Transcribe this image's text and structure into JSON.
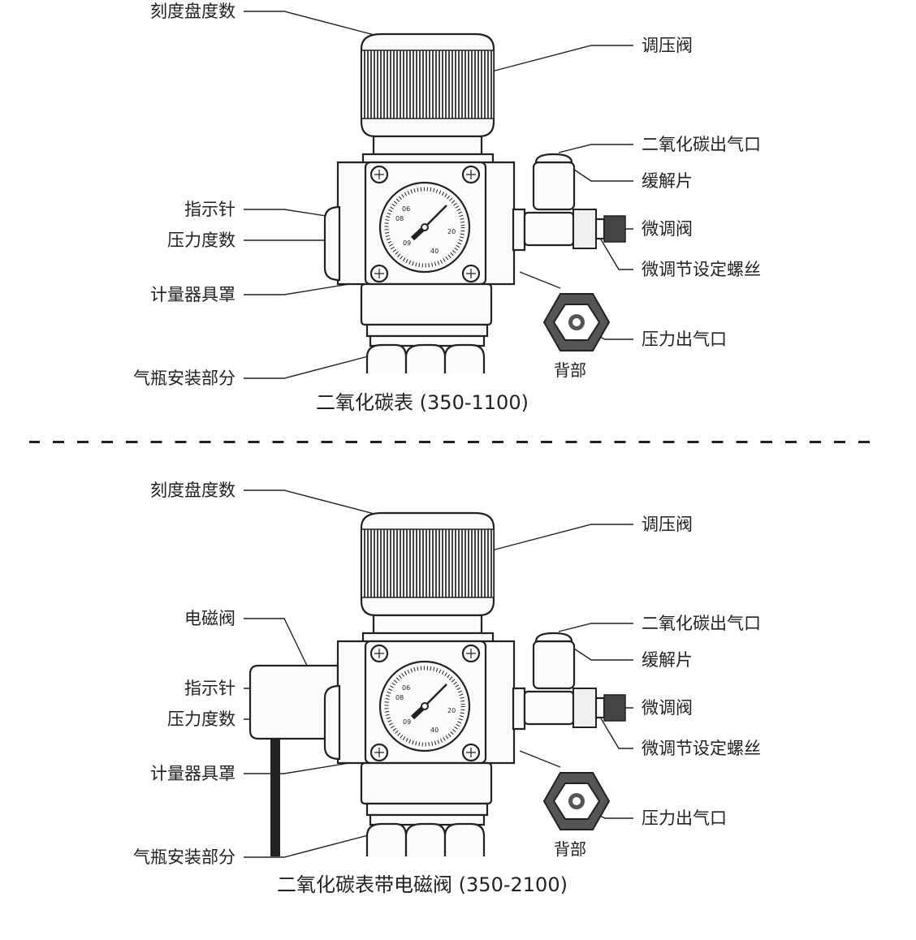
{
  "panel1": {
    "labels": {
      "dial_reading": "刻度盘度数",
      "regulator_valve": "调压阀",
      "co2_outlet": "二氧化碳出气口",
      "relief_piece": "缓解片",
      "fine_valve": "微调阀",
      "fine_screw": "微调节设定螺丝",
      "pressure_outlet": "压力出气口",
      "back": "背部",
      "pointer": "指示针",
      "pressure_reading": "压力度数",
      "gauge_cover": "计量器具罩",
      "bottle_mount": "气瓶安装部分"
    },
    "caption": "二氧化碳表 (350-1100)"
  },
  "panel2": {
    "labels": {
      "dial_reading": "刻度盘度数",
      "regulator_valve": "调压阀",
      "solenoid": "电磁阀",
      "co2_outlet": "二氧化碳出气口",
      "relief_piece": "缓解片",
      "fine_valve": "微调阀",
      "fine_screw": "微调节设定螺丝",
      "pressure_outlet": "压力出气口",
      "back": "背部",
      "pointer": "指示针",
      "pressure_reading": "压力度数",
      "gauge_cover": "计量器具罩",
      "bottle_mount": "气瓶安装部分"
    },
    "caption": "二氧化碳表带电磁阀 (350-2100)"
  },
  "gauge_ticks": [
    "06",
    "08",
    "09",
    "40",
    "20"
  ],
  "colors": {
    "ink": "#222222",
    "background": "#ffffff"
  }
}
